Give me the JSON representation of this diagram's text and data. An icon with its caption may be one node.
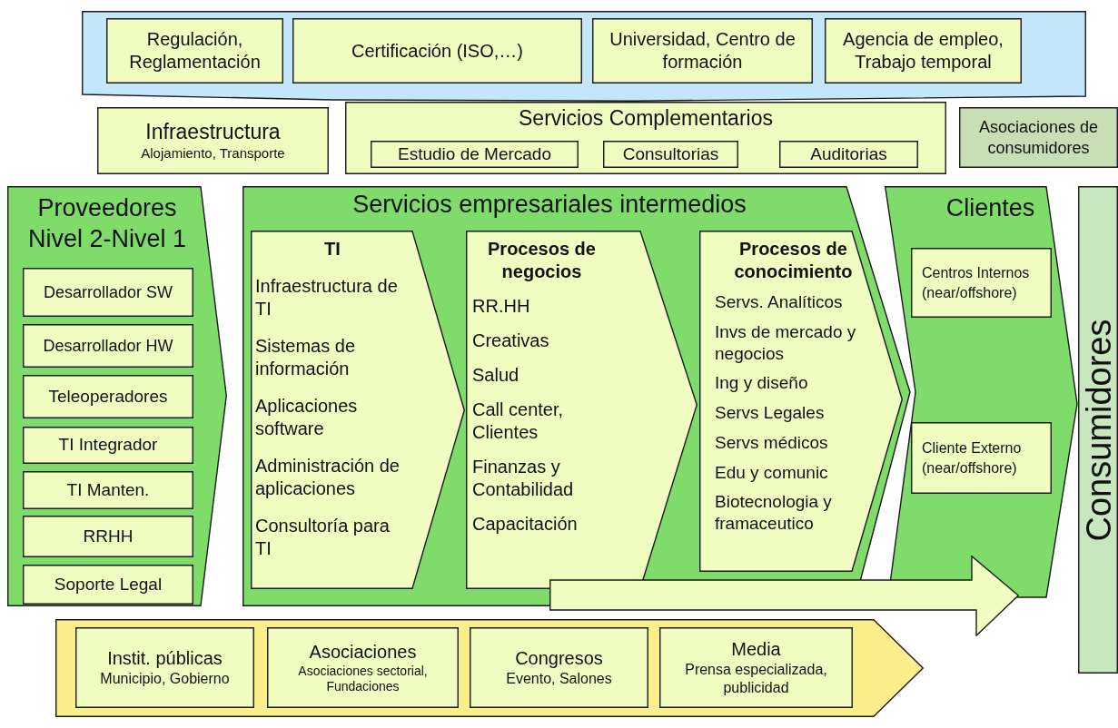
{
  "diagram": {
    "nodes": [
      {
        "text": [],
        "shape": "band"
      },
      {
        "text": [
          "Regulación, Reglamentación"
        ],
        "in": 0
      },
      {
        "text": [
          "Certificación (ISO,…)"
        ],
        "in": 0
      },
      {
        "text": [
          "Universidad, Centro de formación"
        ],
        "in": 0
      },
      {
        "text": [
          "Agencia de empleo, Trabajo temporal"
        ],
        "in": 0
      },
      {
        "text": [
          "Infraestructura",
          "Alojamiento, Transporte"
        ]
      },
      {
        "text": [
          "Servicios Complementarios"
        ]
      },
      {
        "text": [
          "Estudio de Mercado"
        ],
        "in": 6
      },
      {
        "text": [
          "Consultorias"
        ],
        "in": 6
      },
      {
        "text": [
          "Auditorias"
        ],
        "in": 6
      },
      {
        "text": [
          "Asociaciones de consumidores"
        ]
      },
      {
        "text": [
          "Proveedores Nivel 2-Nivel 1"
        ]
      },
      {
        "text": [
          "Desarrollador SW"
        ],
        "in": 11
      },
      {
        "text": [
          "Desarrollador HW"
        ],
        "in": 11
      },
      {
        "text": [
          "Teleoperadores"
        ],
        "in": 11
      },
      {
        "text": [
          "TI Integrador"
        ],
        "in": 11
      },
      {
        "text": [
          "TI Manten."
        ],
        "in": 11
      },
      {
        "text": [
          "RRHH"
        ],
        "in": 11
      },
      {
        "text": [
          "Soporte Legal"
        ],
        "in": 11
      },
      {
        "text": [
          "Servicios empresariales intermedios"
        ]
      },
      {
        "text": [
          "TI",
          "Infraestructura de TI",
          "Sistemas de información",
          "Aplicaciones software",
          "Administración de aplicaciones",
          "Consultoría para TI"
        ],
        "in": 19
      },
      {
        "text": [
          "Procesos de negocios",
          "RR.HH",
          "Creativas",
          "Salud",
          "Call center, Clientes",
          "Finanzas y Contabilidad",
          "Capacitación"
        ],
        "in": 19
      },
      {
        "text": [
          "Procesos de conocimiento",
          "Servs. Analíticos",
          "Invs de mercado y negocios",
          "Ing y diseño",
          "Servs Legales",
          "Servs médicos",
          "Edu y comunic",
          "Biotecnologia y framaceutico"
        ],
        "in": 19
      },
      {
        "text": [
          "Clientes"
        ]
      },
      {
        "text": [
          "Centros Internos (near/offshore)"
        ],
        "in": 23
      },
      {
        "text": [
          "Cliente Externo (near/offshore)"
        ],
        "in": 23
      },
      {
        "text": [
          "Consumidores"
        ]
      },
      {
        "text": [],
        "shape": "arrow"
      },
      {
        "text": [],
        "shape": "chevron"
      },
      {
        "text": [
          "Instit. públicas",
          "Municipio, Gobierno"
        ],
        "in": 28
      },
      {
        "text": [
          "Asociaciones",
          "Asociaciones sectorial, Fundaciones"
        ],
        "in": 28
      },
      {
        "text": [
          "Congresos",
          "Evento, Salones"
        ],
        "in": 28
      },
      {
        "text": [
          "Media",
          "Prensa especializada, publicidad"
        ],
        "in": 28
      }
    ]
  }
}
